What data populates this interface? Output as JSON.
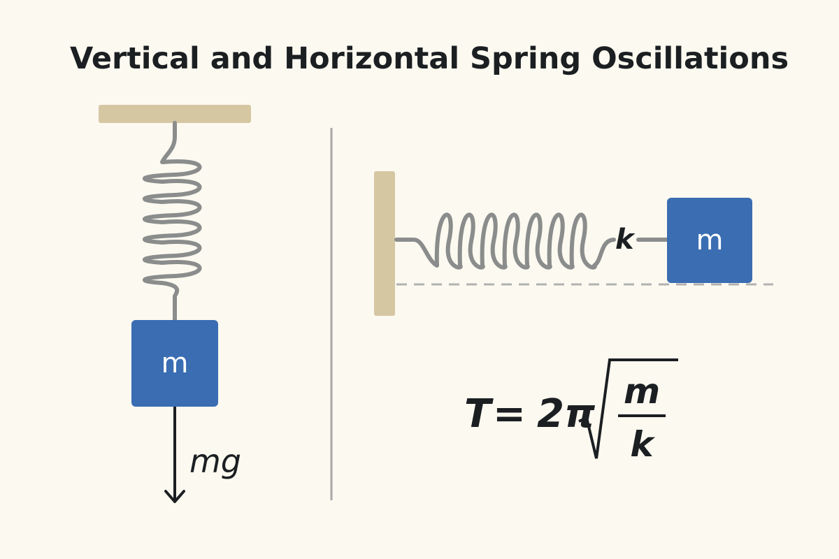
{
  "title": "Vertical and Horizontal Spring Oscillations",
  "vertical": {
    "mass_label": "m",
    "force_label": "mg"
  },
  "horizontal": {
    "spring_constant_label": "k",
    "mass_label": "m"
  },
  "formula": {
    "lhs": "T",
    "equals": "=",
    "coefficient": "2π",
    "numerator": "m",
    "denominator": "k"
  },
  "colors": {
    "background": "#fcf9f0",
    "support": "#d6c7a3",
    "spring": "#8a8d8c",
    "mass": "#3a6db2",
    "text": "#1b1f22",
    "divider": "#a8a8a6",
    "baseline": "#b0b2b1"
  }
}
